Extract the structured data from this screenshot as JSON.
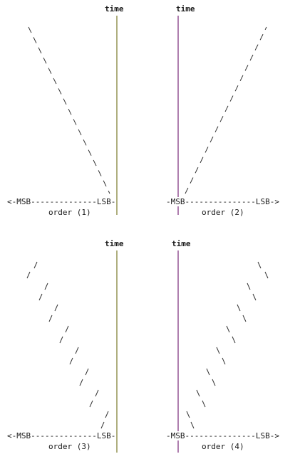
{
  "panels": [
    {
      "time_label": "time",
      "axis_text": "<-MSB--------------LSB-",
      "caption": "order (1)",
      "time_line_color": "#7a7a2a",
      "mark_style": "long-dashed"
    },
    {
      "time_label": "time",
      "axis_text": "-MSB---------------LSB->",
      "caption": "order (2)",
      "time_line_color": "#7a2a7a",
      "mark_style": "long-dashed"
    },
    {
      "time_label": "time",
      "axis_text": "<-MSB--------------LSB-",
      "caption": "order (3)",
      "time_line_color": "#7a7a2a",
      "mark_style": "short-dashed"
    },
    {
      "time_label": "time",
      "axis_text": "-MSB---------------LSB->",
      "caption": "order (4)",
      "time_line_color": "#7a2a7a",
      "mark_style": "short-dashed"
    }
  ]
}
